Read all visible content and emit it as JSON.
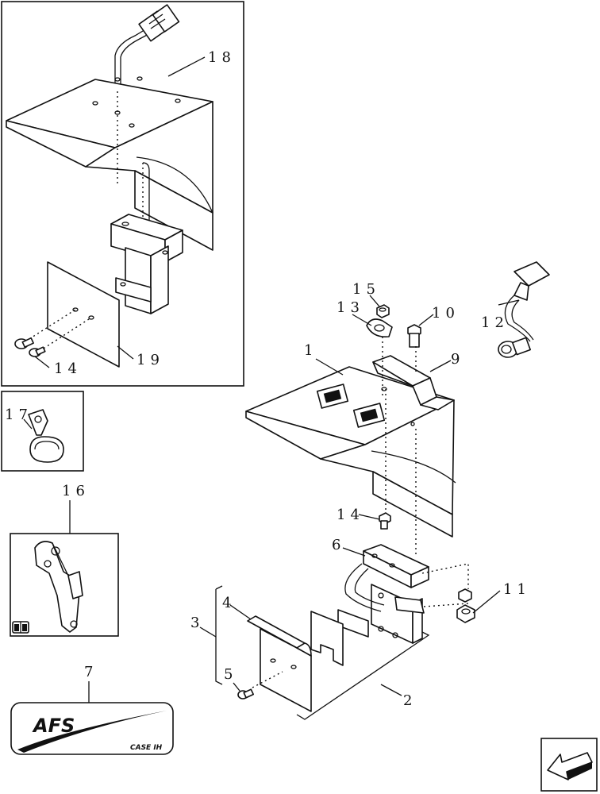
{
  "callouts": {
    "c1": "1",
    "c2": "2",
    "c3": "3",
    "c4": "4",
    "c5": "5",
    "c6": "6",
    "c7": "7",
    "c9": "9",
    "c10": "10",
    "c11": "11",
    "c12": "12",
    "c13": "13",
    "c14": "14",
    "c14b": "14",
    "c15": "15",
    "c16": "16",
    "c17": "17",
    "c18": "18",
    "c19": "19"
  },
  "decal": {
    "afs": "AFS",
    "brand": "CASE IH"
  },
  "icons": {
    "manual": "book-icon",
    "nav": "arrow-icon"
  }
}
